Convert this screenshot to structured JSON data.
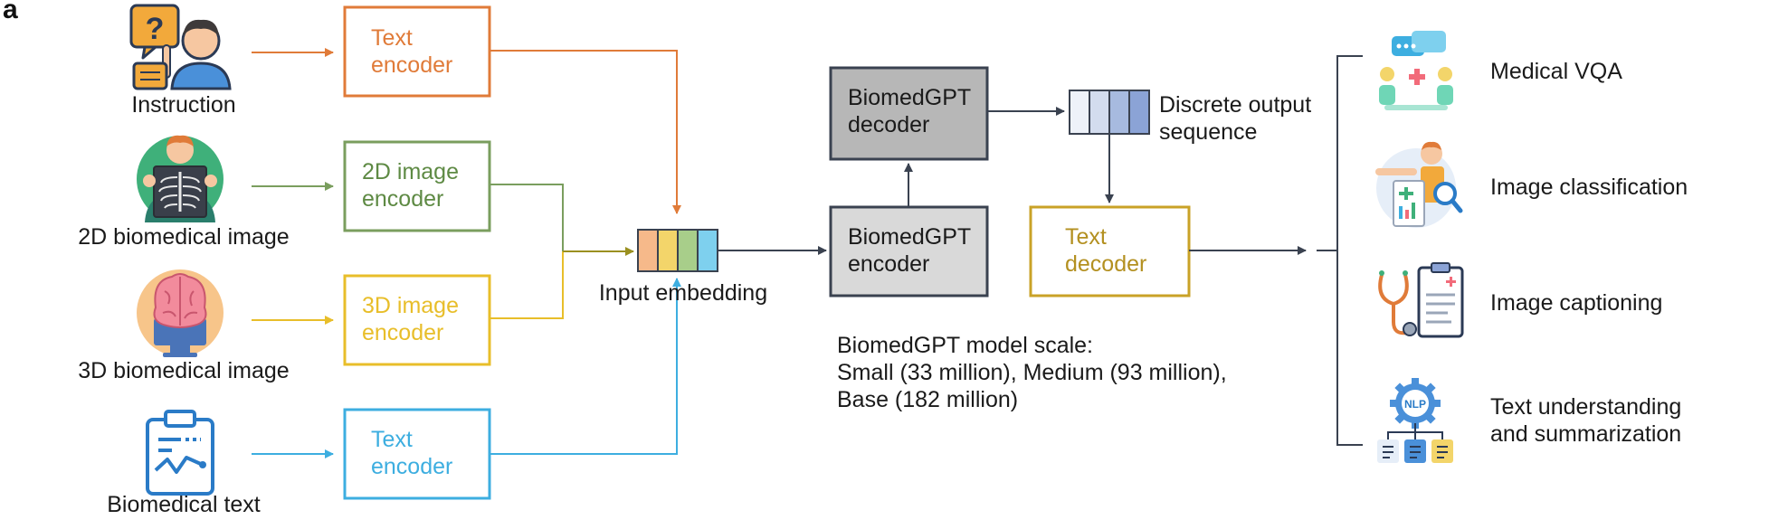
{
  "panel_label": "a",
  "inputs": {
    "instruction": "Instruction",
    "image_2d": "2D biomedical image",
    "image_3d": "3D biomedical image",
    "text": "Biomedical text"
  },
  "encoders": {
    "text_top": [
      "Text",
      "encoder"
    ],
    "image_2d": [
      "2D image",
      "encoder"
    ],
    "image_3d": [
      "3D image",
      "encoder"
    ],
    "text_bottom": [
      "Text",
      "encoder"
    ]
  },
  "input_embedding": "Input embedding",
  "biomedgpt_decoder": [
    "BiomedGPT",
    "decoder"
  ],
  "biomedgpt_encoder": [
    "BiomedGPT",
    "encoder"
  ],
  "discrete_output": [
    "Discrete output",
    "sequence"
  ],
  "text_decoder": [
    "Text",
    "decoder"
  ],
  "model_scale": [
    "BiomedGPT model scale:",
    "Small (33 million), Medium (93 million),",
    "Base (182 million)"
  ],
  "tasks": {
    "vqa": [
      "Medical VQA"
    ],
    "classification": [
      "Image classification"
    ],
    "captioning": [
      "Image captioning"
    ],
    "summarization": [
      "Text understanding",
      "and summarization"
    ]
  },
  "colors": {
    "orange": "#E07B39",
    "green": "#7A9E5E",
    "yellow": "#E8BE2A",
    "blue": "#3DAEE0",
    "dark": "#3A4250",
    "gold": "#C9A227",
    "decoder_fill": "#B7B7B7",
    "encoder_fill": "#D9D9D9"
  },
  "icons": [
    "question-person-icon",
    "xray-person-icon",
    "brain-monitor-icon",
    "clipboard-icon",
    "medical-vqa-icon",
    "image-classification-icon",
    "stethoscope-report-icon",
    "nlp-gear-icon"
  ]
}
